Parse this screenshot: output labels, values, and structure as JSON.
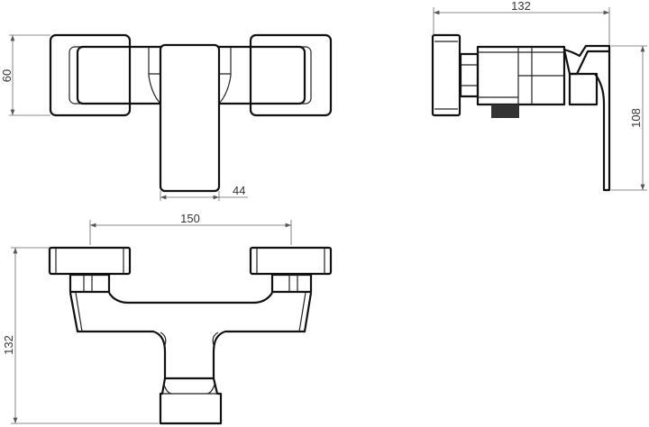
{
  "drawing": {
    "views": [
      "top-view",
      "side-view",
      "front-view"
    ],
    "dimensions": {
      "top_height": "60",
      "top_handle_width": "44",
      "side_depth": "132",
      "side_height": "108",
      "front_center_distance": "150",
      "front_height": "132"
    }
  }
}
